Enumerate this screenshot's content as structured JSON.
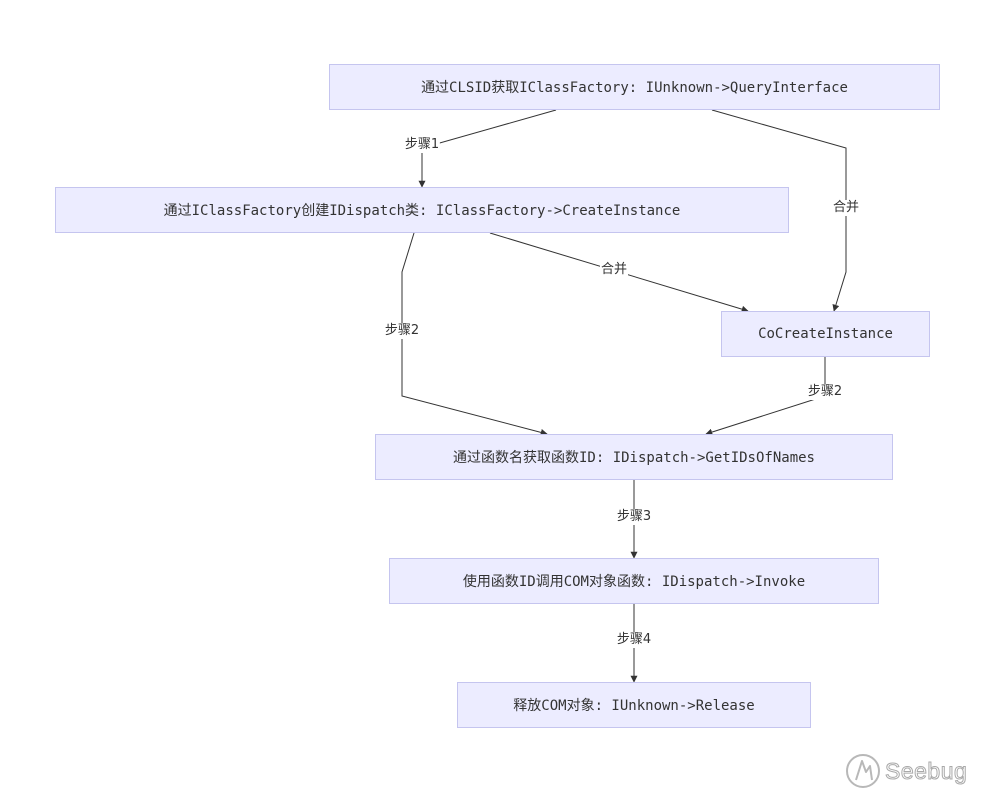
{
  "nodes": {
    "n1": "通过CLSID获取IClassFactory: IUnknown->QueryInterface",
    "n2": "通过IClassFactory创建IDispatch类: IClassFactory->CreateInstance",
    "n3": "CoCreateInstance",
    "n4": "通过函数名获取函数ID: IDispatch->GetIDsOfNames",
    "n5": "使用函数ID调用COM对象函数: IDispatch->Invoke",
    "n6": "释放COM对象: IUnknown->Release"
  },
  "edges": [
    {
      "from": "n1",
      "to": "n2",
      "label": "步骤1"
    },
    {
      "from": "n1",
      "to": "n3",
      "label": "合并"
    },
    {
      "from": "n2",
      "to": "n3",
      "label": "合并"
    },
    {
      "from": "n2",
      "to": "n4",
      "label": "步骤2"
    },
    {
      "from": "n3",
      "to": "n4",
      "label": "步骤2"
    },
    {
      "from": "n4",
      "to": "n5",
      "label": "步骤3"
    },
    {
      "from": "n5",
      "to": "n6",
      "label": "步骤4"
    }
  ],
  "colors": {
    "node_fill": "#ececff",
    "node_border": "#c5c5ef",
    "edge": "#333333"
  },
  "watermark": {
    "text": "Seebug",
    "icon": "seebug-logo-icon"
  }
}
